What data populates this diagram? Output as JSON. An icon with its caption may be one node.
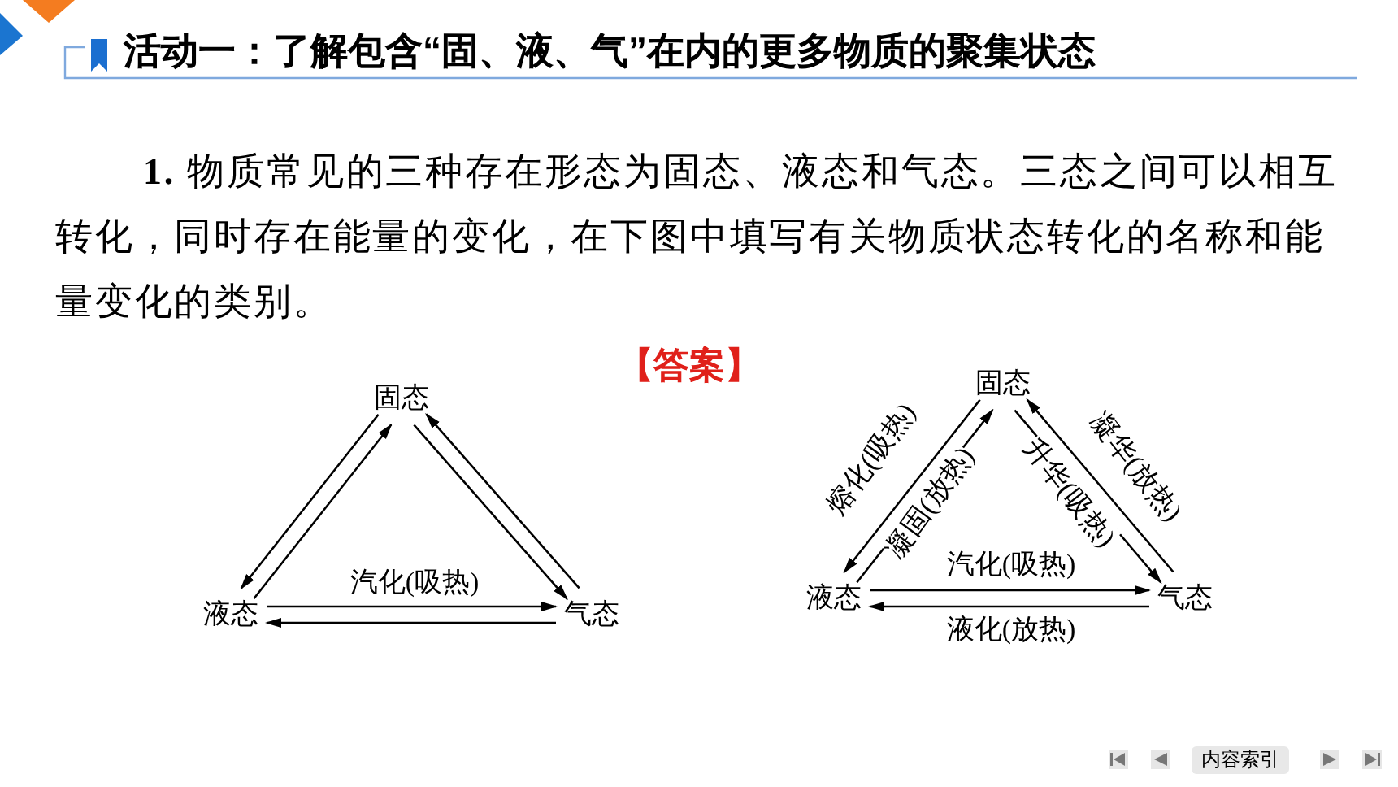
{
  "diagram": {
    "title": "活动一：了解包含“固、液、气”在内的更多物质的聚集状态",
    "nodes": [
      {
        "text": [
          "固态"
        ]
      },
      {
        "text": [
          "液态"
        ]
      },
      {
        "text": [
          "气态"
        ]
      },
      {
        "text": [
          "固态"
        ]
      },
      {
        "text": [
          "液态"
        ]
      },
      {
        "text": [
          "气态"
        ]
      }
    ],
    "edges": [
      {
        "from": 0,
        "to": 1,
        "arrow": "to"
      },
      {
        "from": 1,
        "to": 0,
        "arrow": "to"
      },
      {
        "from": 0,
        "to": 2,
        "arrow": "to"
      },
      {
        "from": 2,
        "to": 0,
        "arrow": "to"
      },
      {
        "from": 1,
        "to": 2,
        "arrow": "to",
        "label": "汽化(吸热)"
      },
      {
        "from": 2,
        "to": 1,
        "arrow": "to"
      },
      {
        "from": 3,
        "to": 4,
        "arrow": "to",
        "label": "熔化(吸热)"
      },
      {
        "from": 4,
        "to": 3,
        "arrow": "to",
        "label": "凝固(放热)"
      },
      {
        "from": 3,
        "to": 5,
        "arrow": "to",
        "label": "升华(吸热)"
      },
      {
        "from": 5,
        "to": 3,
        "arrow": "to",
        "label": "凝华(放热)"
      },
      {
        "from": 4,
        "to": 5,
        "arrow": "to",
        "label": "汽化(吸热)"
      },
      {
        "from": 5,
        "to": 4,
        "arrow": "to",
        "label": "液化(放热)"
      }
    ],
    "labels": [
      "**1.** 物质常见的三种存在形态为固态、液态和气态。三态之间可以相互转化，同时存在能量的变化，在下图中填写有关物质状态转化的名称和能量变化的类别。",
      "【答案】",
      "内容索引"
    ]
  }
}
